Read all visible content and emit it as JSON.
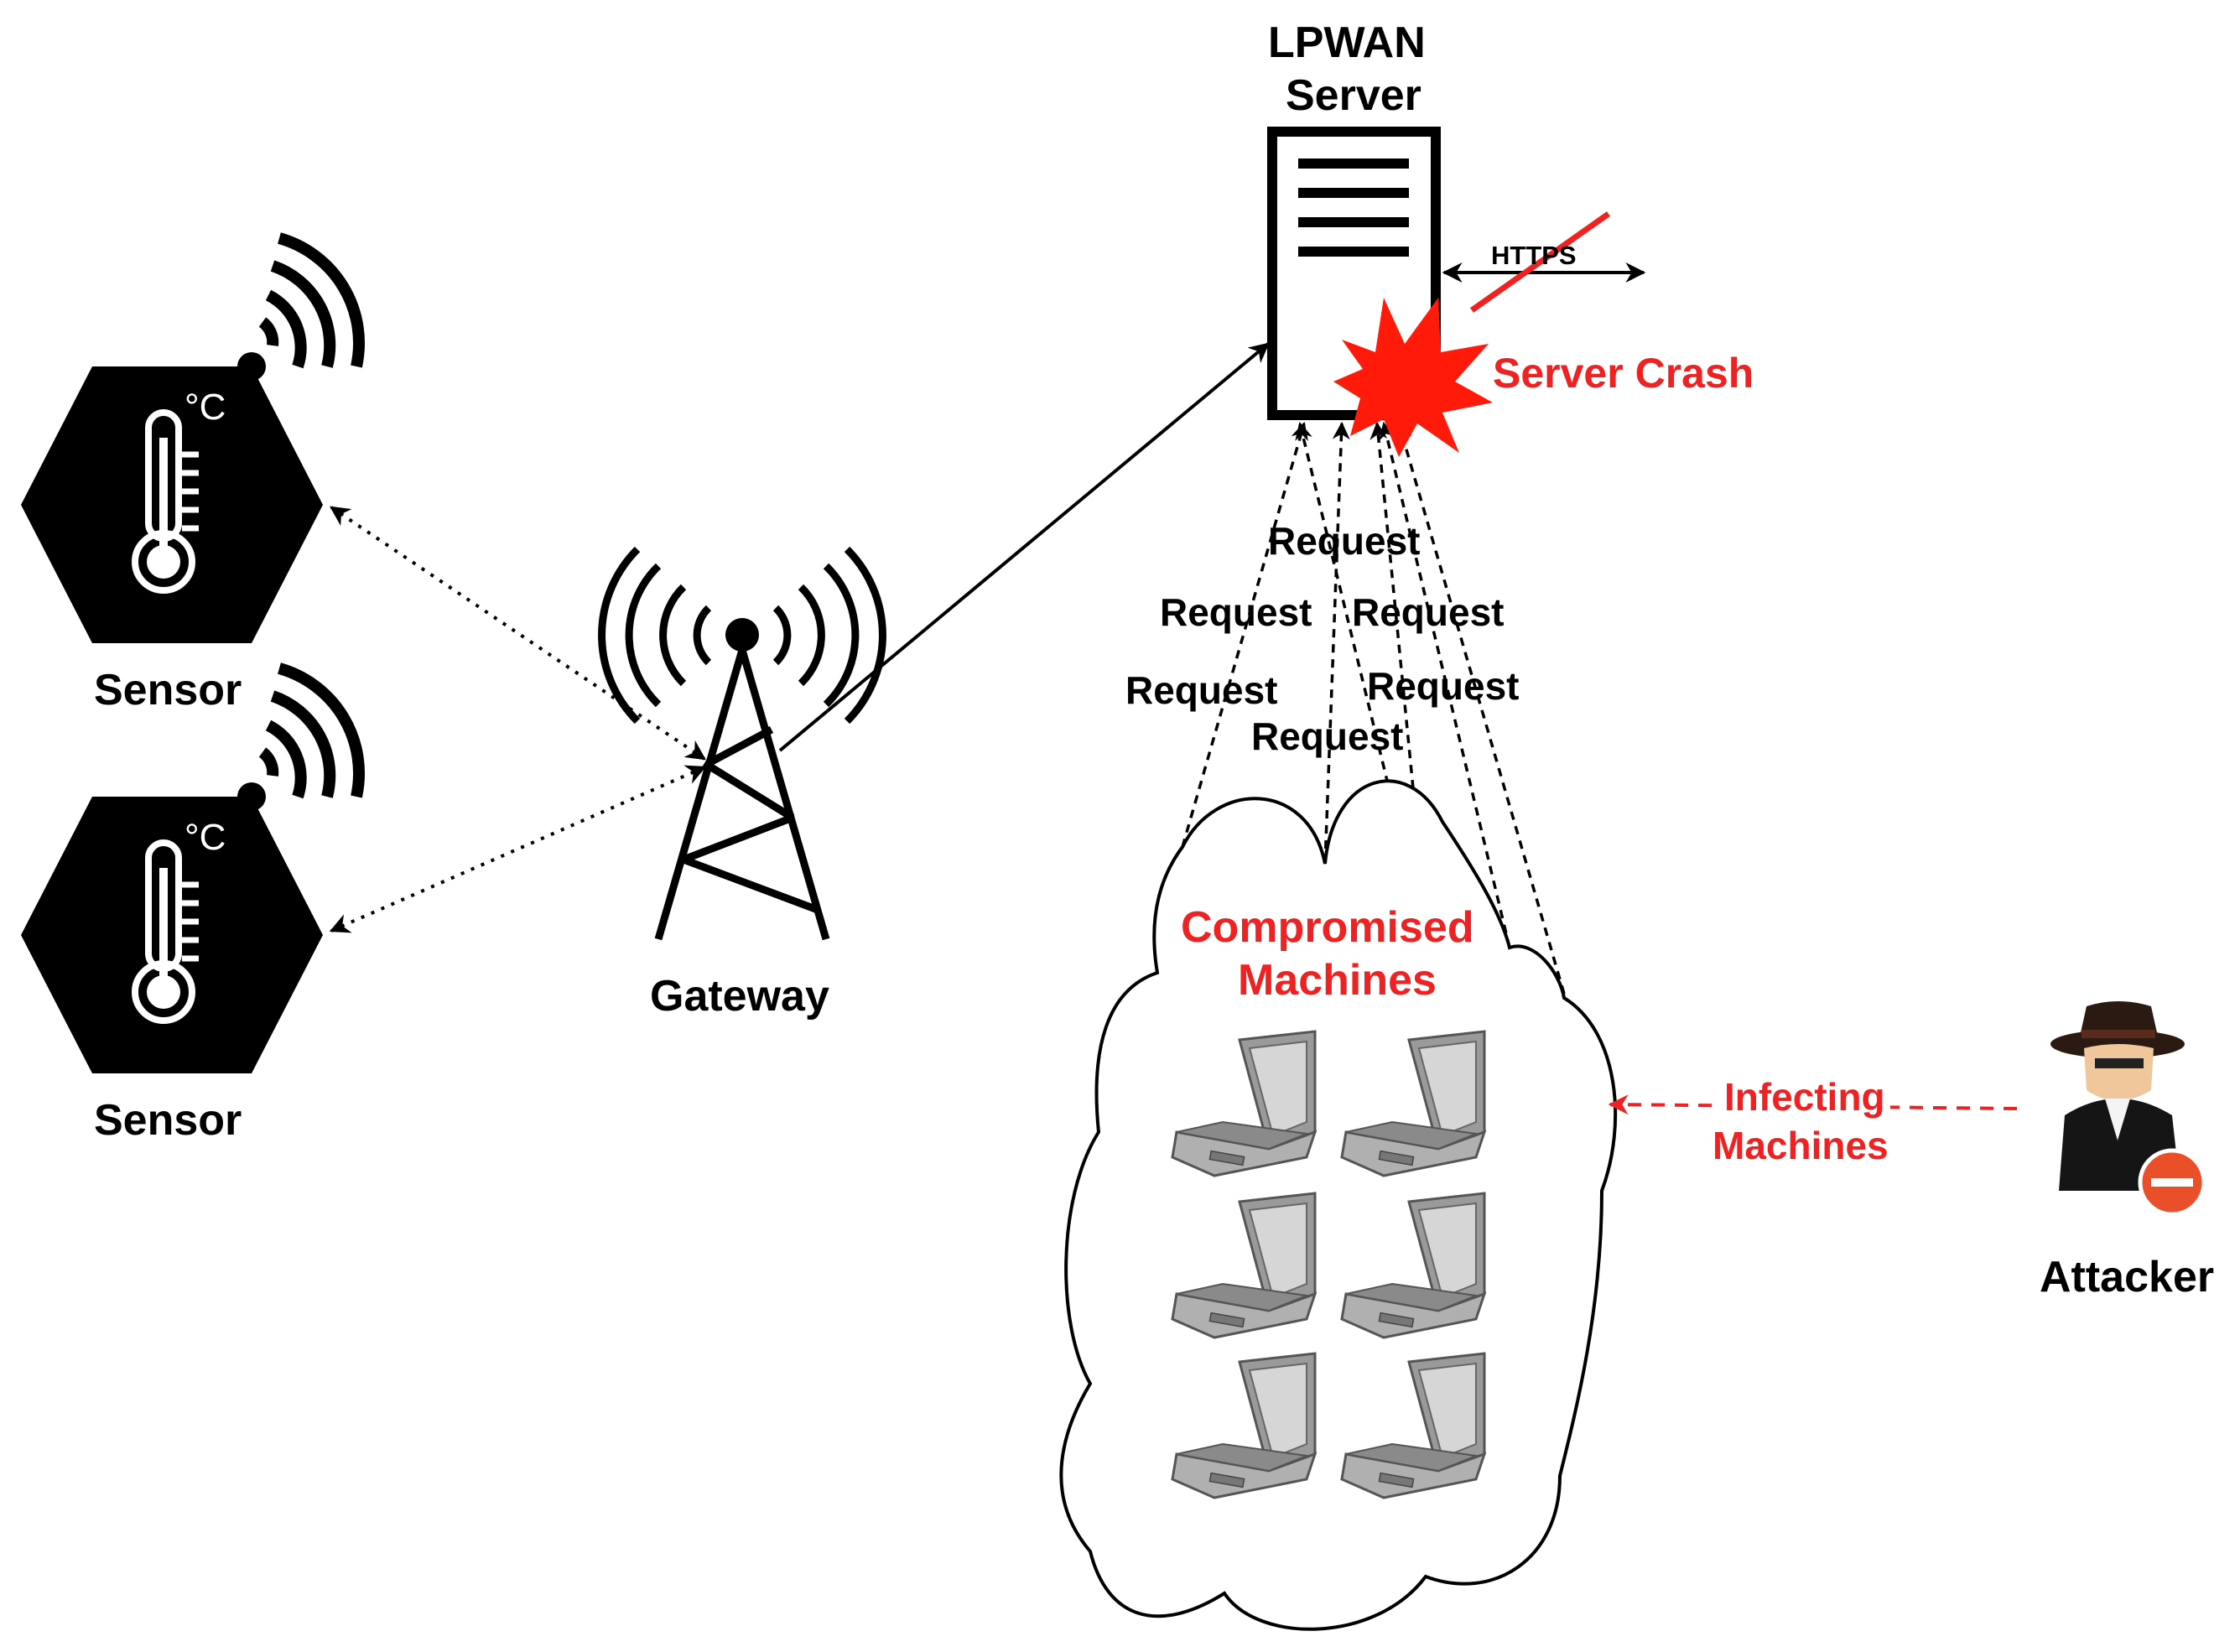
{
  "server": {
    "title_line1": "LPWAN",
    "title_line2": "Server",
    "https_label": "HTTPS",
    "crash_label": "Server Crash"
  },
  "sensors": [
    {
      "label": "Sensor",
      "unit": "°C"
    },
    {
      "label": "Sensor",
      "unit": "°C"
    }
  ],
  "gateway": {
    "label": "Gateway"
  },
  "requests": [
    "Request",
    "Request",
    "Request",
    "Request",
    "Request",
    "Request"
  ],
  "cloud": {
    "label_line1": "Compromised",
    "label_line2": "Machines"
  },
  "infecting": {
    "line1": "Infecting",
    "line2": "Machines"
  },
  "attacker": {
    "label": "Attacker"
  },
  "colors": {
    "alert": "#ee2222",
    "ink": "#000000",
    "laptop": "#9a9a9a"
  }
}
